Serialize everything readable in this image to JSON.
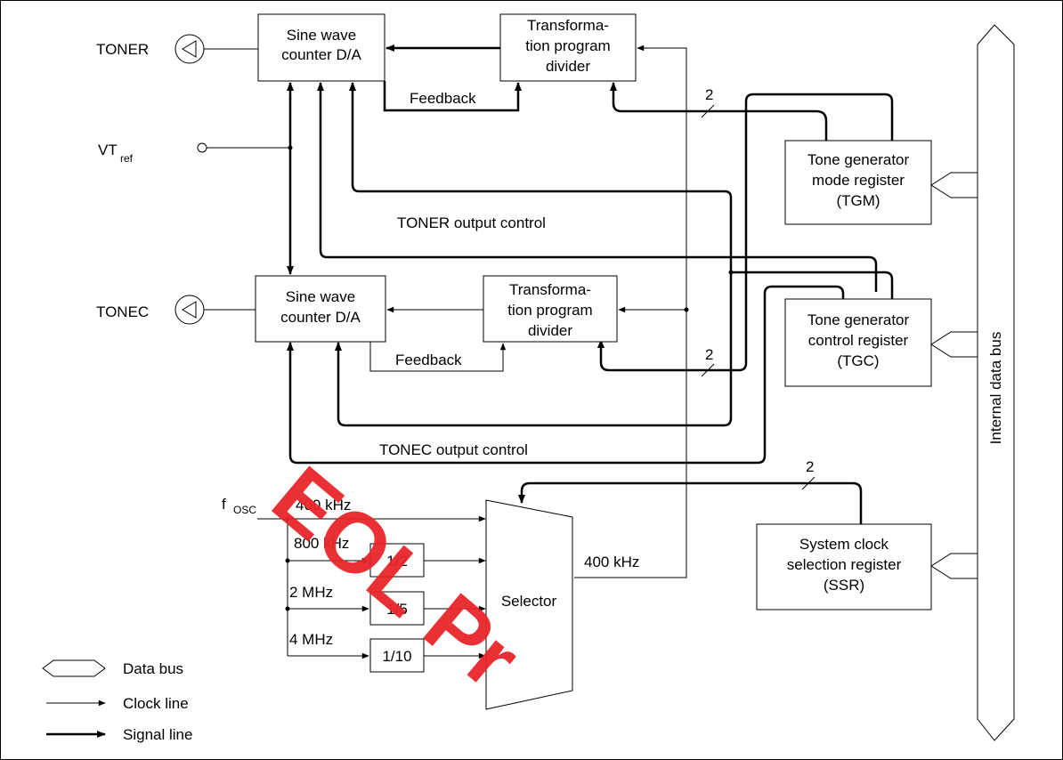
{
  "pins": {
    "toner": "TONER",
    "vt": "VT",
    "vt_sub": "ref",
    "tonec": "TONEC",
    "fosc": "f",
    "fosc_sub": "OSC"
  },
  "top_block": {
    "dac_line1": "Sine wave",
    "dac_line2": "counter D/A",
    "div_line1": "Transforma-",
    "div_line2": "tion program",
    "div_line3": "divider",
    "feedback": "Feedback",
    "output_control": "TONER output control"
  },
  "bottom_block": {
    "dac_line1": "Sine wave",
    "dac_line2": "counter D/A",
    "div_line1": "Transforma-",
    "div_line2": "tion program",
    "div_line3": "divider",
    "feedback": "Feedback",
    "output_control": "TONEC output control"
  },
  "registers": {
    "tgm": [
      "Tone generator",
      "mode register",
      "(TGM)"
    ],
    "tgc": [
      "Tone generator",
      "control register",
      "(TGC)"
    ],
    "ssr": [
      "System clock",
      "selection register",
      "(SSR)"
    ]
  },
  "bus_widths": {
    "tgm": "2",
    "tgc": "2",
    "ssr": "2"
  },
  "clock": {
    "freqs": [
      "400 kHz",
      "800 kHz",
      "2 MHz",
      "4 MHz"
    ],
    "dividers": [
      "1/2",
      "1/5",
      "1/10"
    ],
    "selector": "Selector",
    "output": "400 kHz"
  },
  "bus_label": "Internal data bus",
  "legend": {
    "data_bus": "Data bus",
    "clock_line": "Clock line",
    "signal_line": "Signal line"
  },
  "watermark": "EOL Pr",
  "colors": {
    "watermark": "#e8262b",
    "line": "#000000"
  }
}
